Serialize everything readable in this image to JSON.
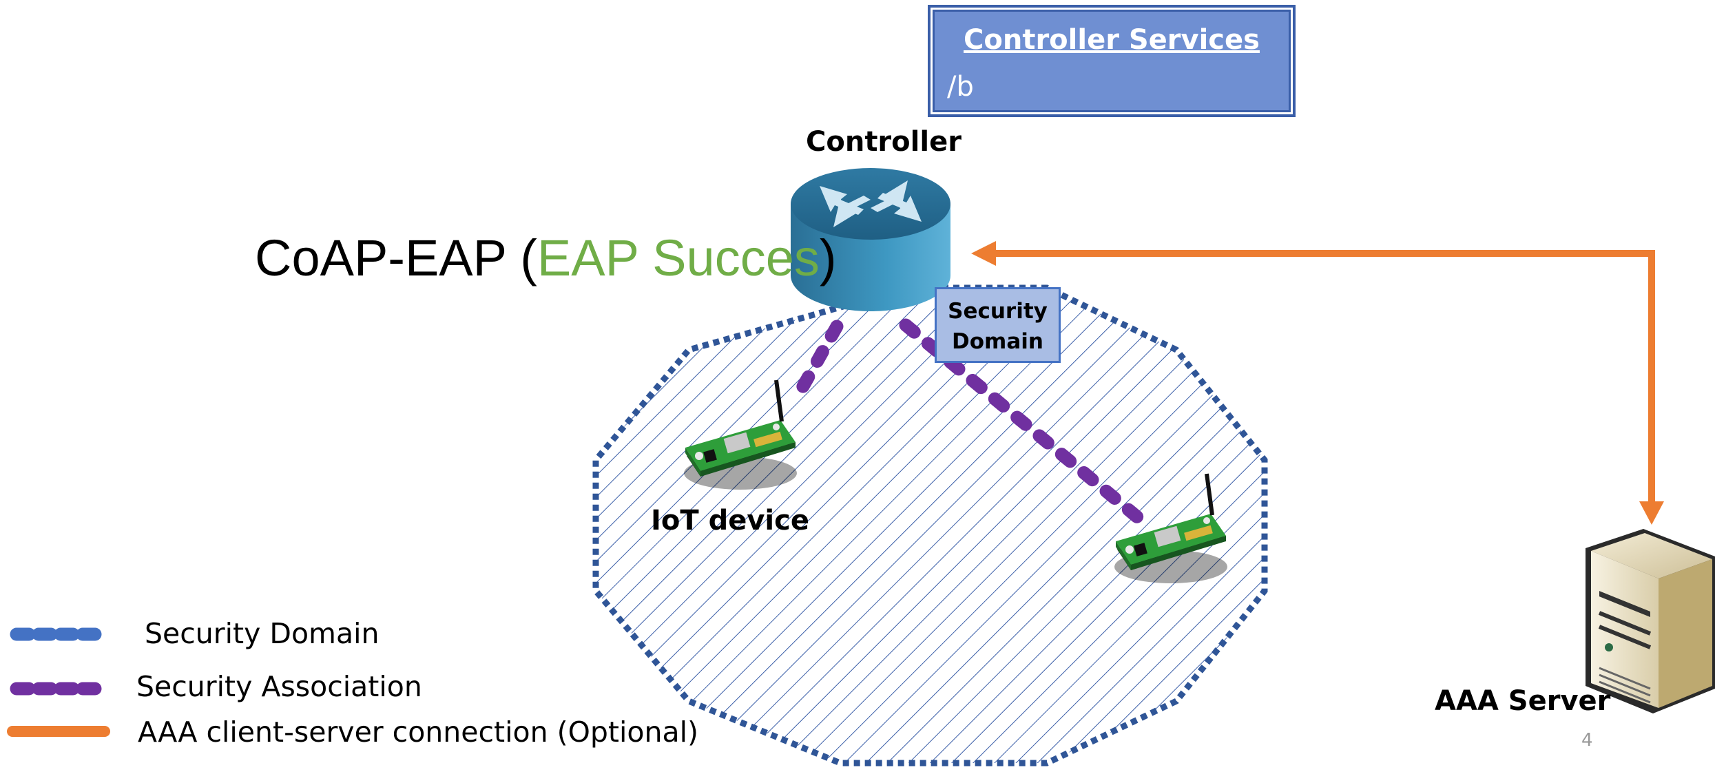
{
  "controller_services": {
    "title": "Controller Services",
    "body": "/b"
  },
  "controller_label": "Controller",
  "coap_title": {
    "prefix": "CoAP-EAP (",
    "highlight": "EAP Succes",
    "suffix": ")"
  },
  "security_domain_box": {
    "line1": "Security",
    "line2": "Domain"
  },
  "iot_device_label": "IoT device",
  "aaa_server_label": "AAA Server",
  "legend": [
    {
      "label": "Security Domain",
      "style": "blue-dotted"
    },
    {
      "label": "Security Association",
      "style": "purple-dotted"
    },
    {
      "label": "AAA client-server connection (Optional)",
      "style": "orange-solid"
    }
  ],
  "page_number": "4",
  "colors": {
    "security_domain": "#3a5ea8",
    "security_association": "#7030a0",
    "aaa_connection": "#ed7d31",
    "eap_success": "#70ad47",
    "services_box": "#6f8fd2"
  },
  "icons": [
    "router-icon",
    "iot-device-icon",
    "server-icon"
  ]
}
